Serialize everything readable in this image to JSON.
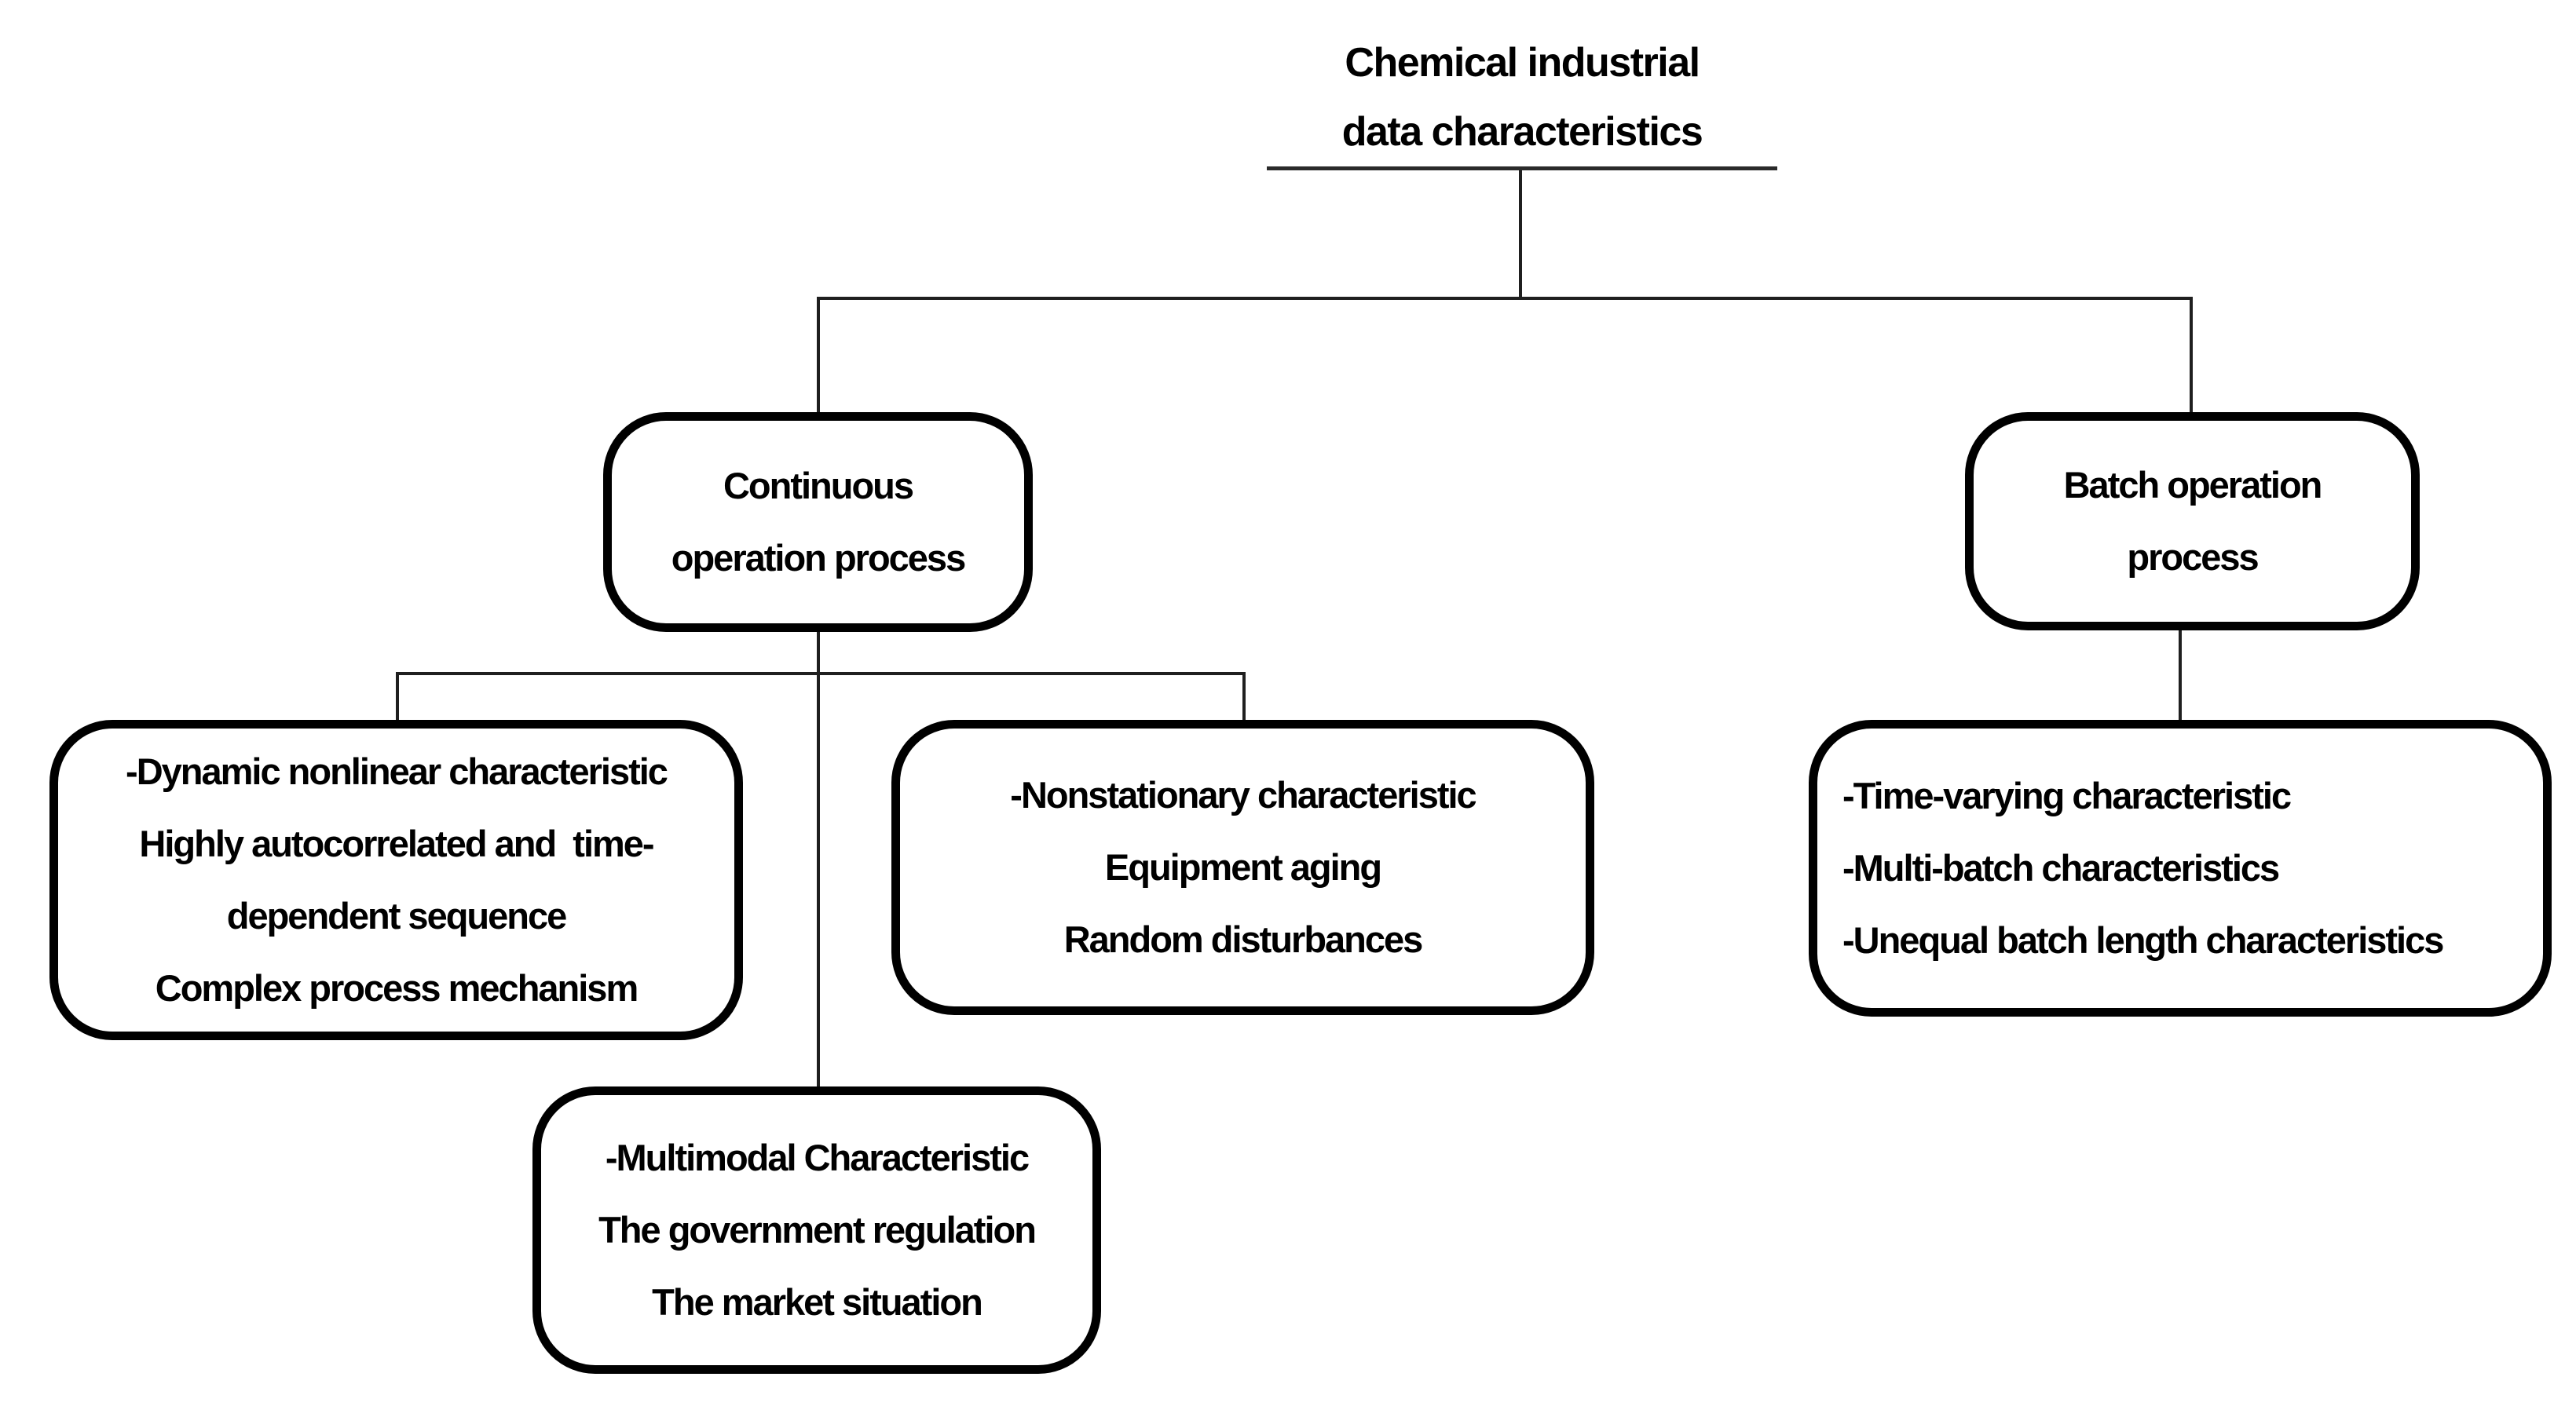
{
  "diagram": {
    "title": {
      "lines": [
        "Chemical industrial",
        "data characteristics"
      ]
    },
    "nodes": {
      "continuous": {
        "lines": [
          "Continuous",
          "operation process"
        ]
      },
      "batch": {
        "lines": [
          "Batch operation",
          "process"
        ]
      },
      "dynamic": {
        "lines": [
          "-Dynamic nonlinear characteristic",
          "Highly autocorrelated and  time-",
          "dependent sequence",
          "Complex process mechanism"
        ]
      },
      "nonstationary": {
        "lines": [
          "-Nonstationary characteristic",
          "Equipment aging",
          "Random disturbances"
        ]
      },
      "multimodal": {
        "lines": [
          "-Multimodal Characteristic",
          "The government regulation",
          "The market situation"
        ]
      },
      "batch_characteristics": {
        "lines": [
          "-Time-varying characteristic",
          "-Multi-batch characteristics",
          "-Unequal batch length characteristics"
        ]
      }
    },
    "colors": {
      "background": "#ffffff",
      "text": "#000000",
      "box_border": "#000000",
      "connector": "#1f1f1f"
    }
  }
}
